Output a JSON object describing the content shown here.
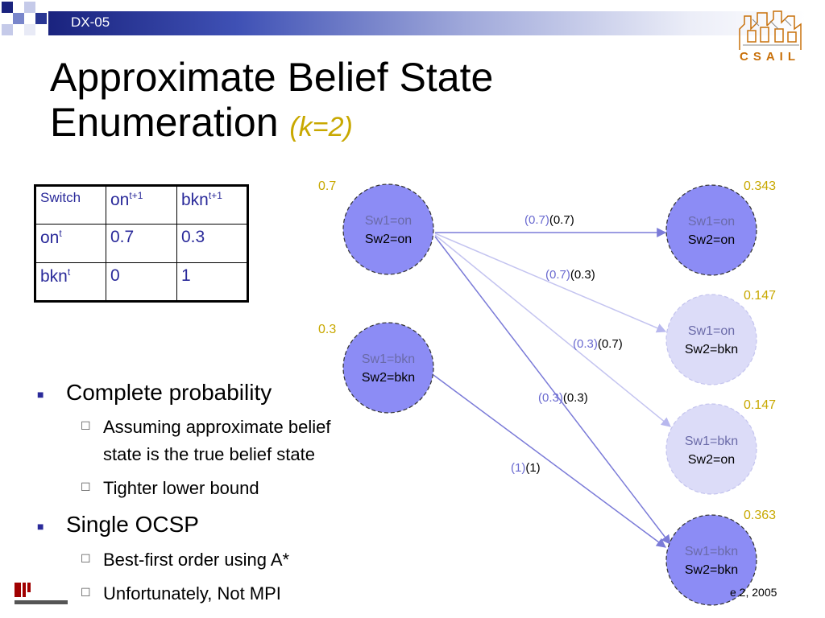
{
  "header": {
    "deck_code": "DX-05"
  },
  "title": {
    "line1": "Approximate Belief State",
    "line2": "Enumeration",
    "k_label": "(k=2)"
  },
  "logo": {
    "text": "CSAIL"
  },
  "table": {
    "header": [
      "Switch",
      "on",
      "t+1",
      "bkn",
      "t+1"
    ],
    "rows": [
      {
        "label": "on",
        "sup": "t",
        "v1": "0.7",
        "v2": "0.3"
      },
      {
        "label": "bkn",
        "sup": "t",
        "v1": "0",
        "v2": "1"
      }
    ]
  },
  "bullets": [
    {
      "text": "Complete probability",
      "subs": [
        "Assuming approximate belief",
        "state is the true belief state",
        "Tighter lower bound"
      ]
    },
    {
      "text": "Single OCSP",
      "subs": [
        "Best-first order using A*",
        "Unfortunately, Not MPI"
      ]
    }
  ],
  "nodes": {
    "left": [
      {
        "l1": "Sw1=on",
        "l2": "Sw2=on",
        "prob": "0.7"
      },
      {
        "l1": "Sw1=bkn",
        "l2": "Sw2=bkn",
        "prob": "0.3"
      }
    ],
    "right": [
      {
        "l1": "Sw1=on",
        "l2": "Sw2=on",
        "prob": "0.343"
      },
      {
        "l1": "Sw1=on",
        "l2": "Sw2=bkn",
        "prob": "0.147"
      },
      {
        "l1": "Sw1=bkn",
        "l2": "Sw2=on",
        "prob": "0.147"
      },
      {
        "l1": "Sw1=bkn",
        "l2": "Sw2=bkn",
        "prob": "0.363"
      }
    ]
  },
  "edges": [
    {
      "p1": "(0.7)",
      "p2": "(0.7)"
    },
    {
      "p1": "(0.7)",
      "p2": "(0.3)"
    },
    {
      "p1": "(0.3)",
      "p2": "(0.7)"
    },
    {
      "p1": "(0.3)",
      "p2": "(0.3)"
    },
    {
      "p1": "(1)",
      "p2": "(1)"
    }
  ],
  "footer": {
    "date": "e 2, 2005"
  },
  "colors": {
    "node_dark": "#8c8cf5",
    "node_light": "#dcdcf8",
    "accent_yellow": "#c8a800",
    "edge": "#7b7bd8"
  }
}
